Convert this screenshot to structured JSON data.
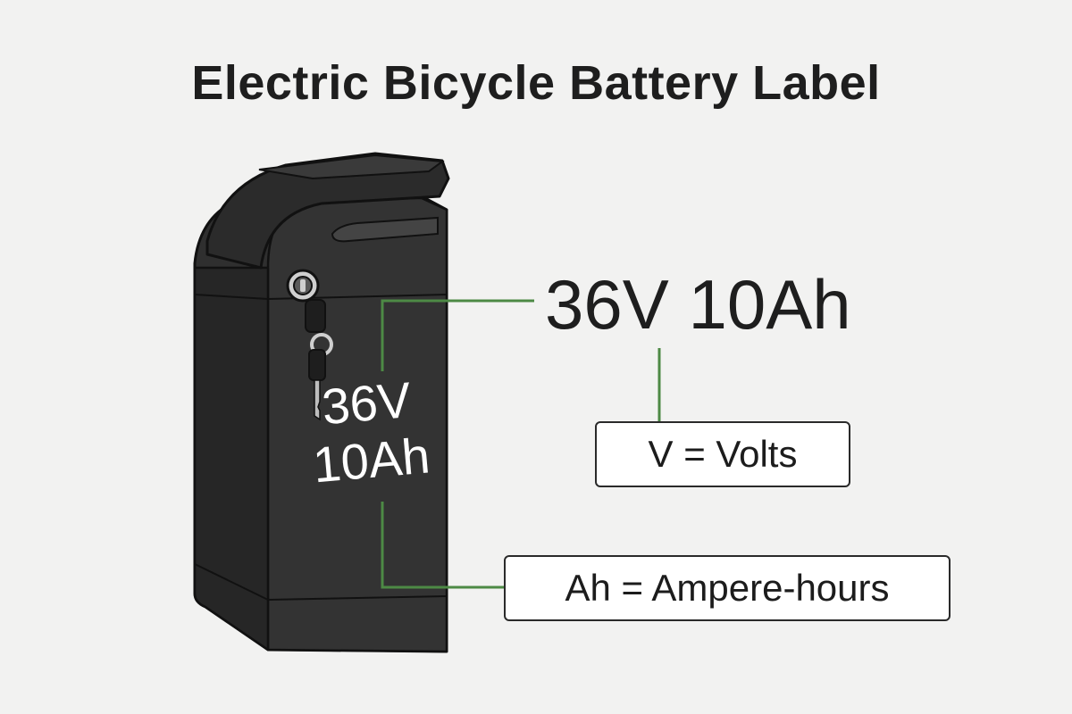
{
  "title": "Electric Bicycle Battery Label",
  "rating": {
    "main_text": "36V 10Ah",
    "voltage": "36V",
    "capacity": "10Ah"
  },
  "legend": {
    "volts": "V = Volts",
    "ampere_hours": "Ah = Ampere-hours"
  },
  "colors": {
    "background": "#f2f2f1",
    "battery_body": "#2f2f2f",
    "battery_outline": "#111111",
    "leader_line": "#4d8a45",
    "label_text": "#ffffff"
  },
  "icons": [
    "battery-illustration",
    "lock-icon",
    "key-icon"
  ]
}
